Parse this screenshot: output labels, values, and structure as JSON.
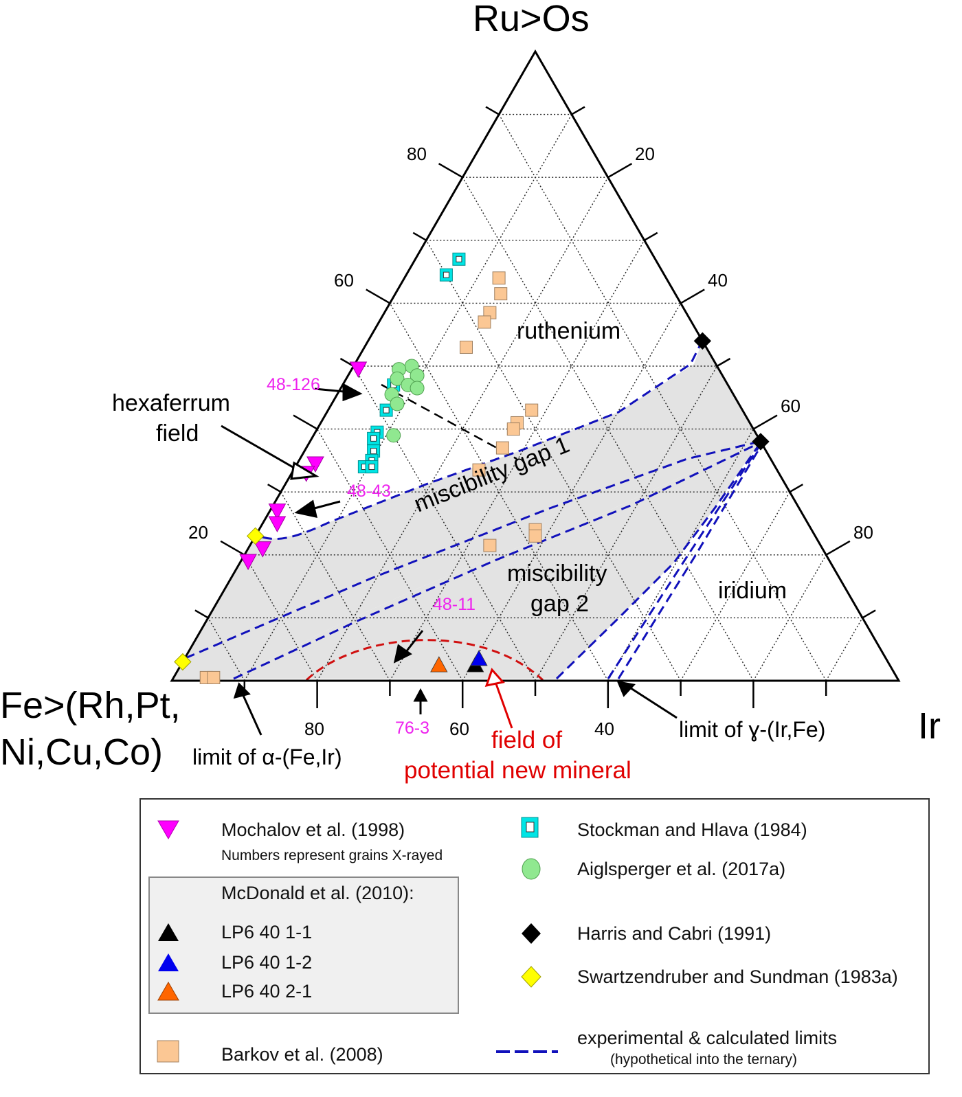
{
  "chart_data": {
    "type": "scatter",
    "subtype": "ternary",
    "title": "",
    "apices": {
      "top": "Ru>Os",
      "left_line1": "Fe>(Rh,Pt,",
      "left_line2": "Ni,Cu,Co)",
      "right": "Ir"
    },
    "grid": {
      "on": true,
      "interval": 10,
      "style": "dotted"
    },
    "tick_labels": {
      "left_side": [
        "80",
        "60",
        "20"
      ],
      "right_side": [
        "20",
        "40",
        "60",
        "80"
      ],
      "bottom_side": [
        "80",
        "60",
        "40"
      ]
    },
    "field_labels": {
      "ruthenium": "ruthenium",
      "hexaferrum_1": "hexaferrum",
      "hexaferrum_2": "field",
      "gap1": "miscibility gap 1",
      "gap2_1": "miscibility",
      "gap2_2": "gap 2",
      "iridium": "iridium",
      "new_mineral_1": "field of",
      "new_mineral_2": "potential new mineral",
      "alpha_limit": "limit of α-(Fe,Ir)",
      "gamma_limit": "limit of ɣ-(Ir,Fe)"
    },
    "grain_labels": [
      "48-126",
      "48-43",
      "48-11",
      "76-3"
    ],
    "series": [
      {
        "name": "Mochalov et al. (1998)",
        "marker": "triangle-down",
        "color": "#ff00ff",
        "points": [
          [
            57,
            57,
            1
          ],
          [
            34.5,
            63,
            2.5
          ],
          [
            33,
            65,
            2
          ],
          [
            21,
            77,
            2
          ],
          [
            27,
            72,
            1
          ],
          [
            25,
            73,
            2
          ],
          [
            19,
            80,
            1
          ]
        ],
        "point_format": "[Ru, Fe, Ir] %"
      },
      {
        "name": "LP6 40 1-1",
        "group": "McDonald et al. (2010):",
        "marker": "triangle-up",
        "color": "#000000",
        "points": [
          [
            2.5,
            57,
            40.5
          ]
        ]
      },
      {
        "name": "LP6 40 1-2",
        "group": "McDonald et al. (2010):",
        "marker": "triangle-up",
        "color": "#0000ee",
        "points": [
          [
            3.5,
            56,
            40.5
          ]
        ]
      },
      {
        "name": "LP6 40 2-1",
        "group": "McDonald et al. (2010):",
        "marker": "triangle-up",
        "color": "#ff6600",
        "points": [
          [
            2.5,
            62,
            35.5
          ]
        ]
      },
      {
        "name": "Barkov et al. (2008)",
        "marker": "square",
        "color": "#fbc794",
        "points": [
          [
            64,
            23,
            13
          ],
          [
            61.5,
            24,
            14.5
          ],
          [
            58.5,
            27,
            14.5
          ],
          [
            57,
            28.5,
            14.5
          ],
          [
            53,
            33,
            14
          ],
          [
            43,
            29,
            28
          ],
          [
            41,
            32,
            27
          ],
          [
            40,
            33,
            27
          ],
          [
            37,
            36,
            27
          ],
          [
            33.5,
            41,
            25.5
          ],
          [
            24,
            38,
            38
          ],
          [
            23,
            38.5,
            38.5
          ],
          [
            21.5,
            45.5,
            33
          ],
          [
            0.5,
            95,
            4.5
          ],
          [
            0.5,
            94,
            5.5
          ]
        ]
      },
      {
        "name": "Stockman and Hlava (1984)",
        "marker": "square-open",
        "color": "#00e5e5",
        "points": [
          [
            67,
            27,
            6
          ],
          [
            64.5,
            30,
            5.5
          ],
          [
            47,
            46,
            7
          ],
          [
            43,
            49,
            8
          ],
          [
            39.5,
            52,
            8.5
          ],
          [
            38.5,
            53,
            8.5
          ],
          [
            36.5,
            54,
            9.5
          ],
          [
            35,
            55,
            10
          ],
          [
            34,
            56.5,
            9.5
          ],
          [
            34,
            55.5,
            10.5
          ]
        ]
      },
      {
        "name": "Aiglsperger et al. (2017a)",
        "marker": "circle",
        "color": "#90e890",
        "points": [
          [
            50,
            42,
            8
          ],
          [
            49.5,
            44,
            6.5
          ],
          [
            48,
            45,
            7
          ],
          [
            48.5,
            42,
            9.5
          ],
          [
            47,
            44,
            9
          ],
          [
            46.5,
            43,
            10.5
          ],
          [
            45.5,
            47,
            7.5
          ],
          [
            44,
            47,
            9
          ],
          [
            39,
            50,
            11
          ]
        ]
      },
      {
        "name": "Harris and Cabri (1991)",
        "marker": "diamond",
        "color": "#000000",
        "points": [
          [
            54,
            0,
            46
          ],
          [
            38,
            0,
            62
          ]
        ]
      },
      {
        "name": "Swartzendruber and Sundman (1983a)",
        "marker": "diamond",
        "color": "#ffff00",
        "points": [
          [
            23,
            77,
            0
          ],
          [
            3,
            97,
            0
          ]
        ]
      },
      {
        "name": "experimental & calculated limits",
        "marker": "dashed-line",
        "color": "#1111bb"
      }
    ],
    "legend": {
      "position": "bottom",
      "boxed": true
    }
  },
  "legend": {
    "items": {
      "mochalov": "Mochalov et al. (1998)",
      "mochalov_note": "Numbers represent grains X-rayed",
      "mcdonald": "McDonald et al. (2010):",
      "lp6_11": "LP6 40 1-1",
      "lp6_12": "LP6 40 1-2",
      "lp6_21": "LP6 40 2-1",
      "barkov": "Barkov et al. (2008)",
      "stockman": "Stockman and Hlava (1984)",
      "aiglsperger": "Aiglsperger et al. (2017a)",
      "harris": "Harris and Cabri (1991)",
      "swartz": "Swartzendruber and Sundman (1983a)",
      "limits": "experimental & calculated limits",
      "limits_note": "(hypothetical into the ternary)"
    },
    "colors": {
      "magenta": "#ff00ff",
      "black": "#000000",
      "blue": "#0000ee",
      "orange": "#ff6600",
      "barkov": "#fbc794",
      "cyan": "#00e5e5",
      "green": "#90e890",
      "yellow": "#ffff00",
      "dash_blue": "#1111bb",
      "red": "#e00000"
    }
  }
}
